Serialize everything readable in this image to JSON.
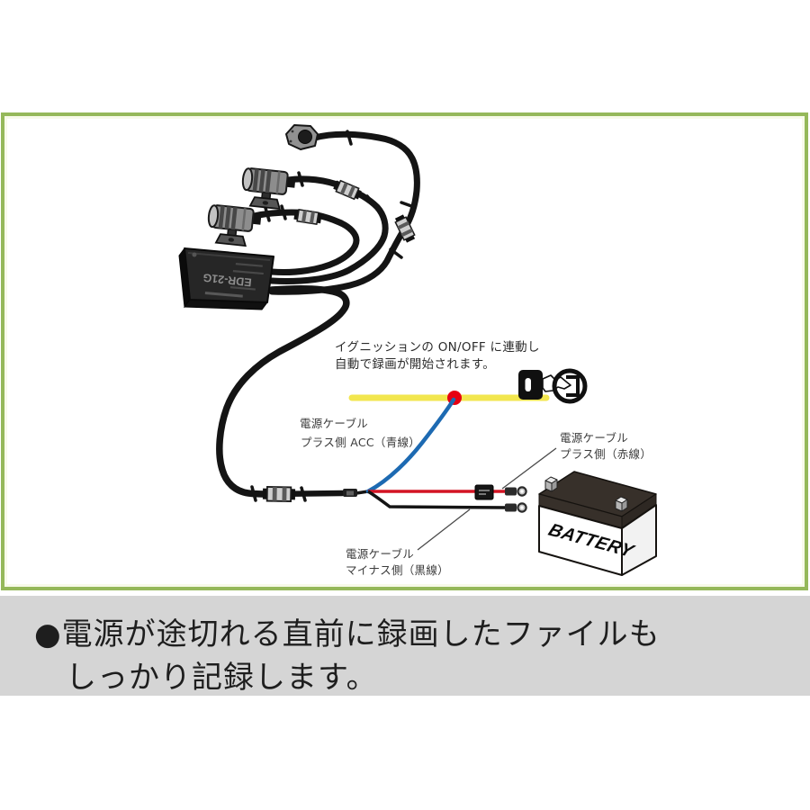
{
  "diagram": {
    "ignition_note_line1": "イグニッションの ON/OFF に連動し",
    "ignition_note_line2": "自動で録画が開始されます。",
    "label_acc_line1": "電源ケーブル",
    "label_acc_line2": "プラス側 ACC（青線）",
    "label_plus_line1": "電源ケーブル",
    "label_plus_line2": "プラス側（赤線）",
    "label_minus_line1": "電源ケーブル",
    "label_minus_line2": "マイナス側（黒線）",
    "battery_label": "BATTERY",
    "unit_label": "EDR-21G"
  },
  "caption": {
    "line1": "●電源が途切れる直前に録画したファイルも",
    "line2": "しっかり記録します。"
  },
  "colors": {
    "panel_border": "#95b85a",
    "ignition_line_yellow": "#f2e64e",
    "acc_wire_blue": "#1d6ab2",
    "plus_wire_red": "#d31424",
    "minus_wire_black": "#141414",
    "connect_dot_red": "#e60012",
    "caption_band_gray": "#d5d5d5"
  }
}
